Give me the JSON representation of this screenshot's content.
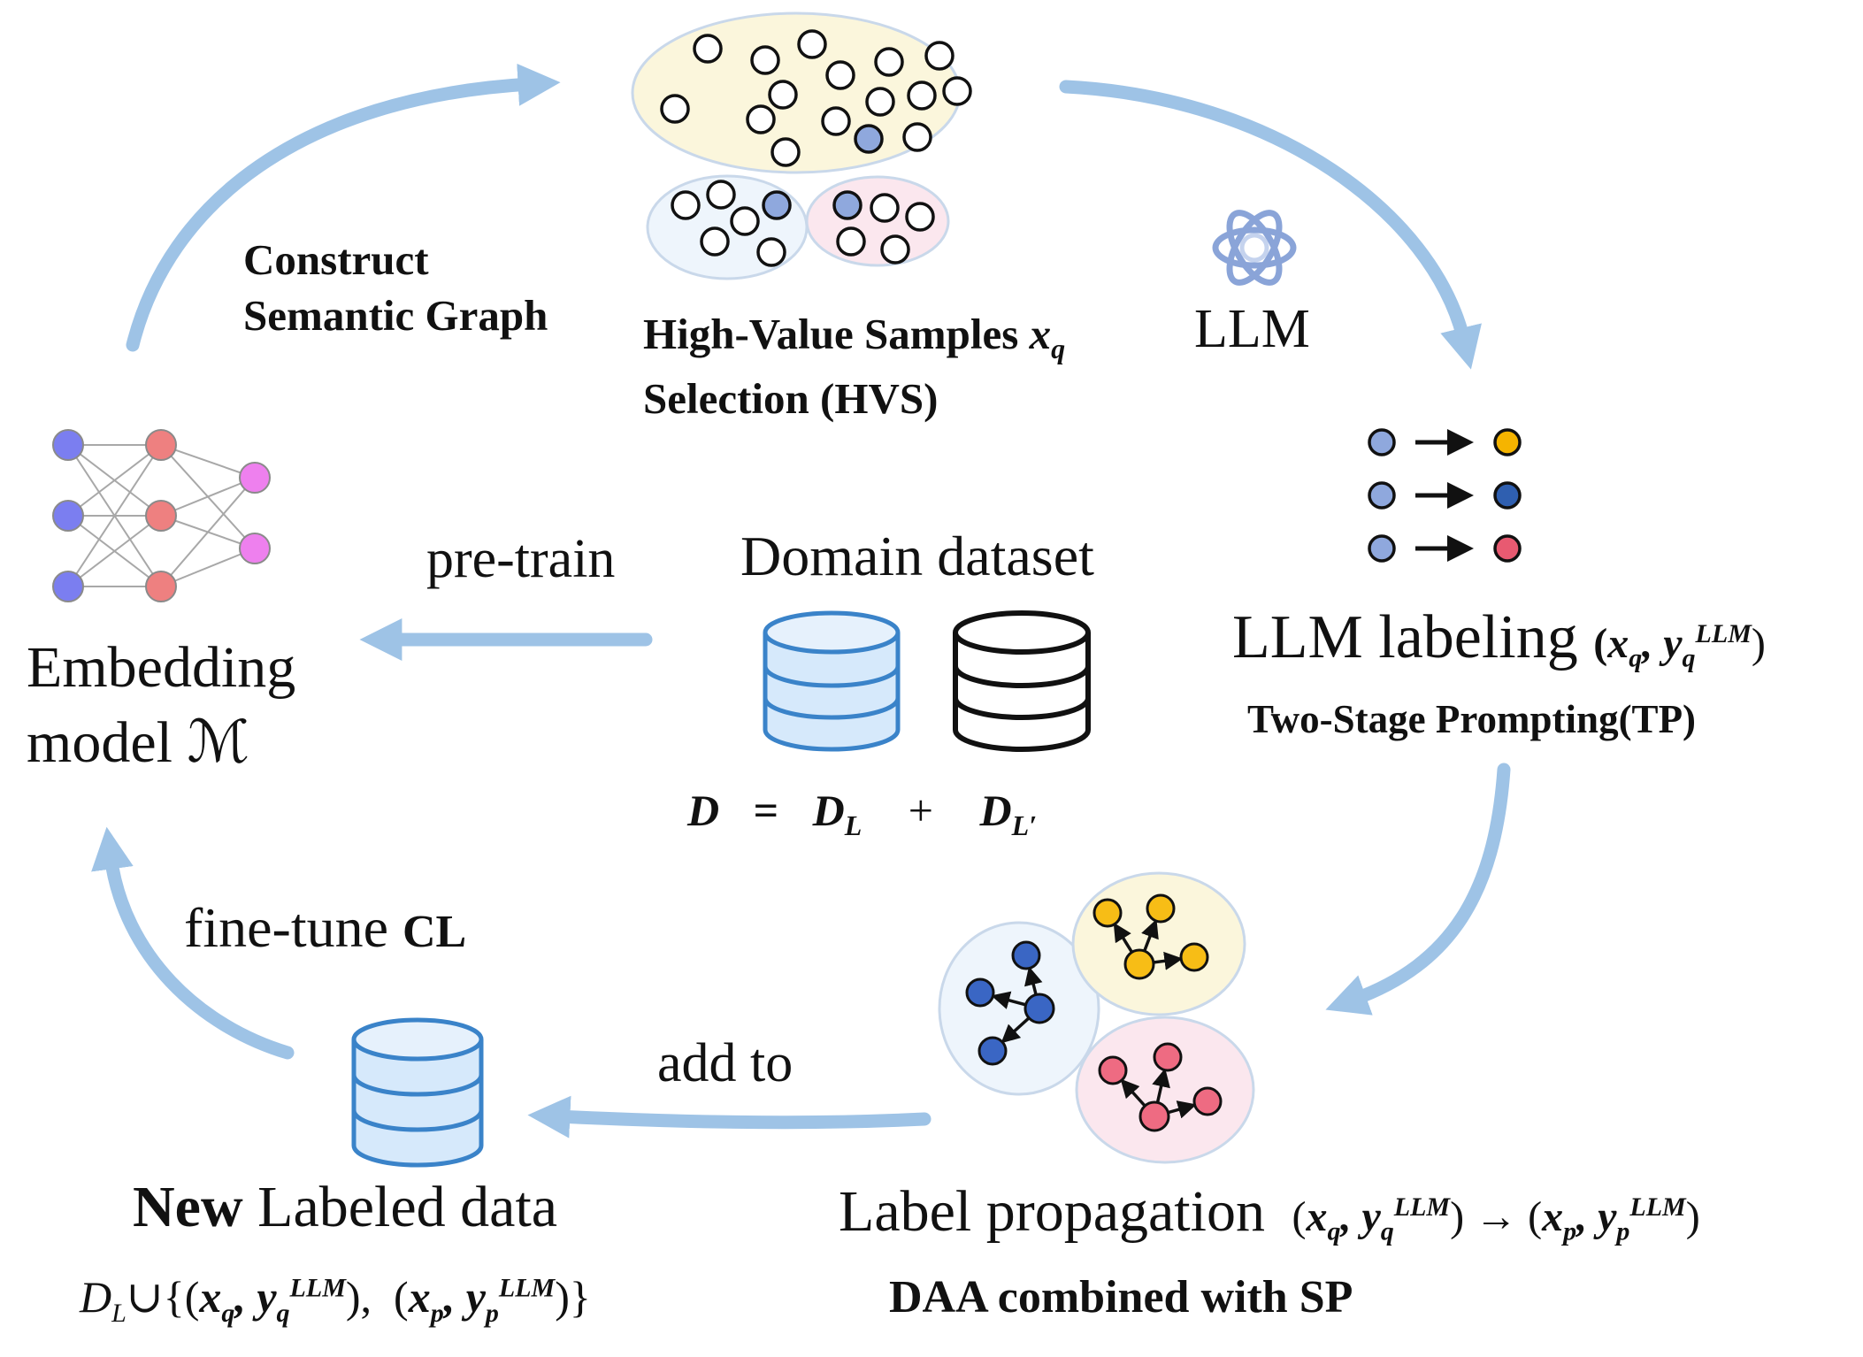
{
  "hvs": {
    "title_line1": "High-Value Samples",
    "title_var": "x",
    "title_sub": "q",
    "title_line2": "Selection (HVS)"
  },
  "construct": {
    "line1": "Construct",
    "line2": "Semantic Graph"
  },
  "llm": {
    "label": "LLM",
    "icon": "openai-knot-icon"
  },
  "labeling": {
    "title": "LLM labeling",
    "formula": "(xq, yqLLM)",
    "subtitle": "Two-Stage Prompting(TP)",
    "mapping_colors": [
      "#f5b400",
      "#2f5fb0",
      "#e85a71"
    ]
  },
  "embedding": {
    "line1": "Embedding",
    "line2": "model ℳ"
  },
  "pretrain": {
    "label": "pre-train"
  },
  "domain": {
    "title": "Domain dataset",
    "eq_D": "D",
    "eq_equals": "=",
    "eq_DL": "D",
    "eq_DL_sub": "L",
    "eq_plus": "+",
    "eq_DLp": "D",
    "eq_DLp_sub": "L′"
  },
  "finetune": {
    "label": "fine-tune",
    "cl": "CL"
  },
  "addto": {
    "label": "add to"
  },
  "newlabeled": {
    "title": "New Labeled data",
    "formula": "DL∪{(xq, yqLLM), (xp, ypLLM)}"
  },
  "propagation": {
    "title": "Label propagation",
    "formula": "(xq, yqLLM) → (xp, ypLLM)",
    "subtitle": "DAA combined with SP"
  },
  "colors": {
    "arrow": "#9ec3e6",
    "node_blue_light": "#8fa8dd",
    "node_blue_dark": "#3a66c4",
    "node_yellow": "#f7bd16",
    "node_pink": "#ee6b82",
    "nn_blue": "#7b7ef0",
    "nn_red": "#ee8080",
    "nn_magenta": "#ee80ee",
    "db_blue": "#d6e9fb",
    "db_stroke": "#3a83c9"
  }
}
